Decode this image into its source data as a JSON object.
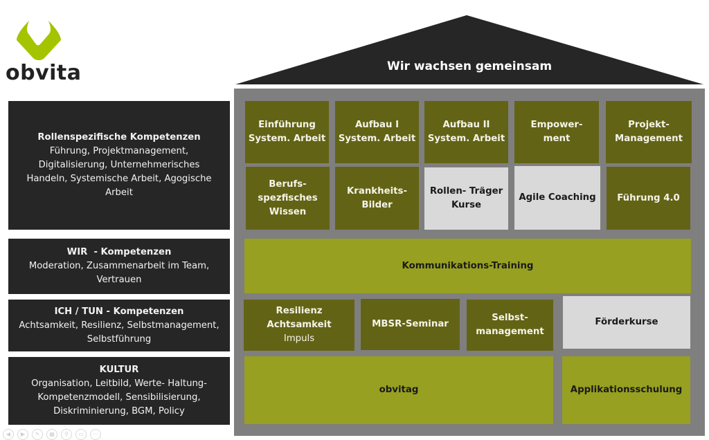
{
  "logo": {
    "text": "obvita",
    "mark_color": "#a4c400"
  },
  "roof": {
    "title": "Wir wachsen gemeinsam"
  },
  "left_boxes": [
    {
      "title": "Rollenspezifische Kompetenzen",
      "text": "Führung, Projektmanagement, Digitalisierung, Unternehmerisches Handeln, Systemische Arbeit, Agogische Arbeit"
    },
    {
      "title": "WIR  - Kompetenzen",
      "text": "Moderation, Zusammenarbeit im Team, Vertrauen"
    },
    {
      "title": "ICH / TUN - Kompetenzen",
      "text": "Achtsamkeit, Resilienz, Selbstmanagement, Selbstführung"
    },
    {
      "title": "KULTUR",
      "text": "Organisation, Leitbild, Werte- Haltung- Kompetenzmodell, Sensibilisierung, Diskriminierung, BGM, Policy"
    }
  ],
  "tiles": {
    "row1": [
      "Einführung System. Arbeit",
      "Aufbau I System. Arbeit",
      "Aufbau II System. Arbeit",
      "Empower- ment",
      "Projekt- Management"
    ],
    "row2": [
      "Berufs- spezfisches Wissen",
      "Krankheits- Bilder",
      "Rollen- Träger Kurse",
      "Agile Coaching",
      "Führung 4.0"
    ],
    "kommunikation": "Kommunikations-Training",
    "row4": {
      "resilienz_title": "Resilienz Achtsamkeit",
      "resilienz_sub": "Impuls",
      "mbsr": "MBSR-Seminar",
      "selbst": "Selbst- management",
      "foerder": "Förderkurse"
    },
    "obvitag": "obvitag",
    "applikation": "Applikationsschulung"
  },
  "colors": {
    "dark_olive": "#636316",
    "lime": "#97a020",
    "light_gray": "#d9d9d9",
    "house_gray": "#7f7f7f",
    "box_dark": "#262626"
  },
  "toolbar_icons": [
    "prev-icon",
    "next-icon",
    "pen-icon",
    "slides-icon",
    "zoom-icon",
    "subtitle-icon",
    "more-icon"
  ]
}
